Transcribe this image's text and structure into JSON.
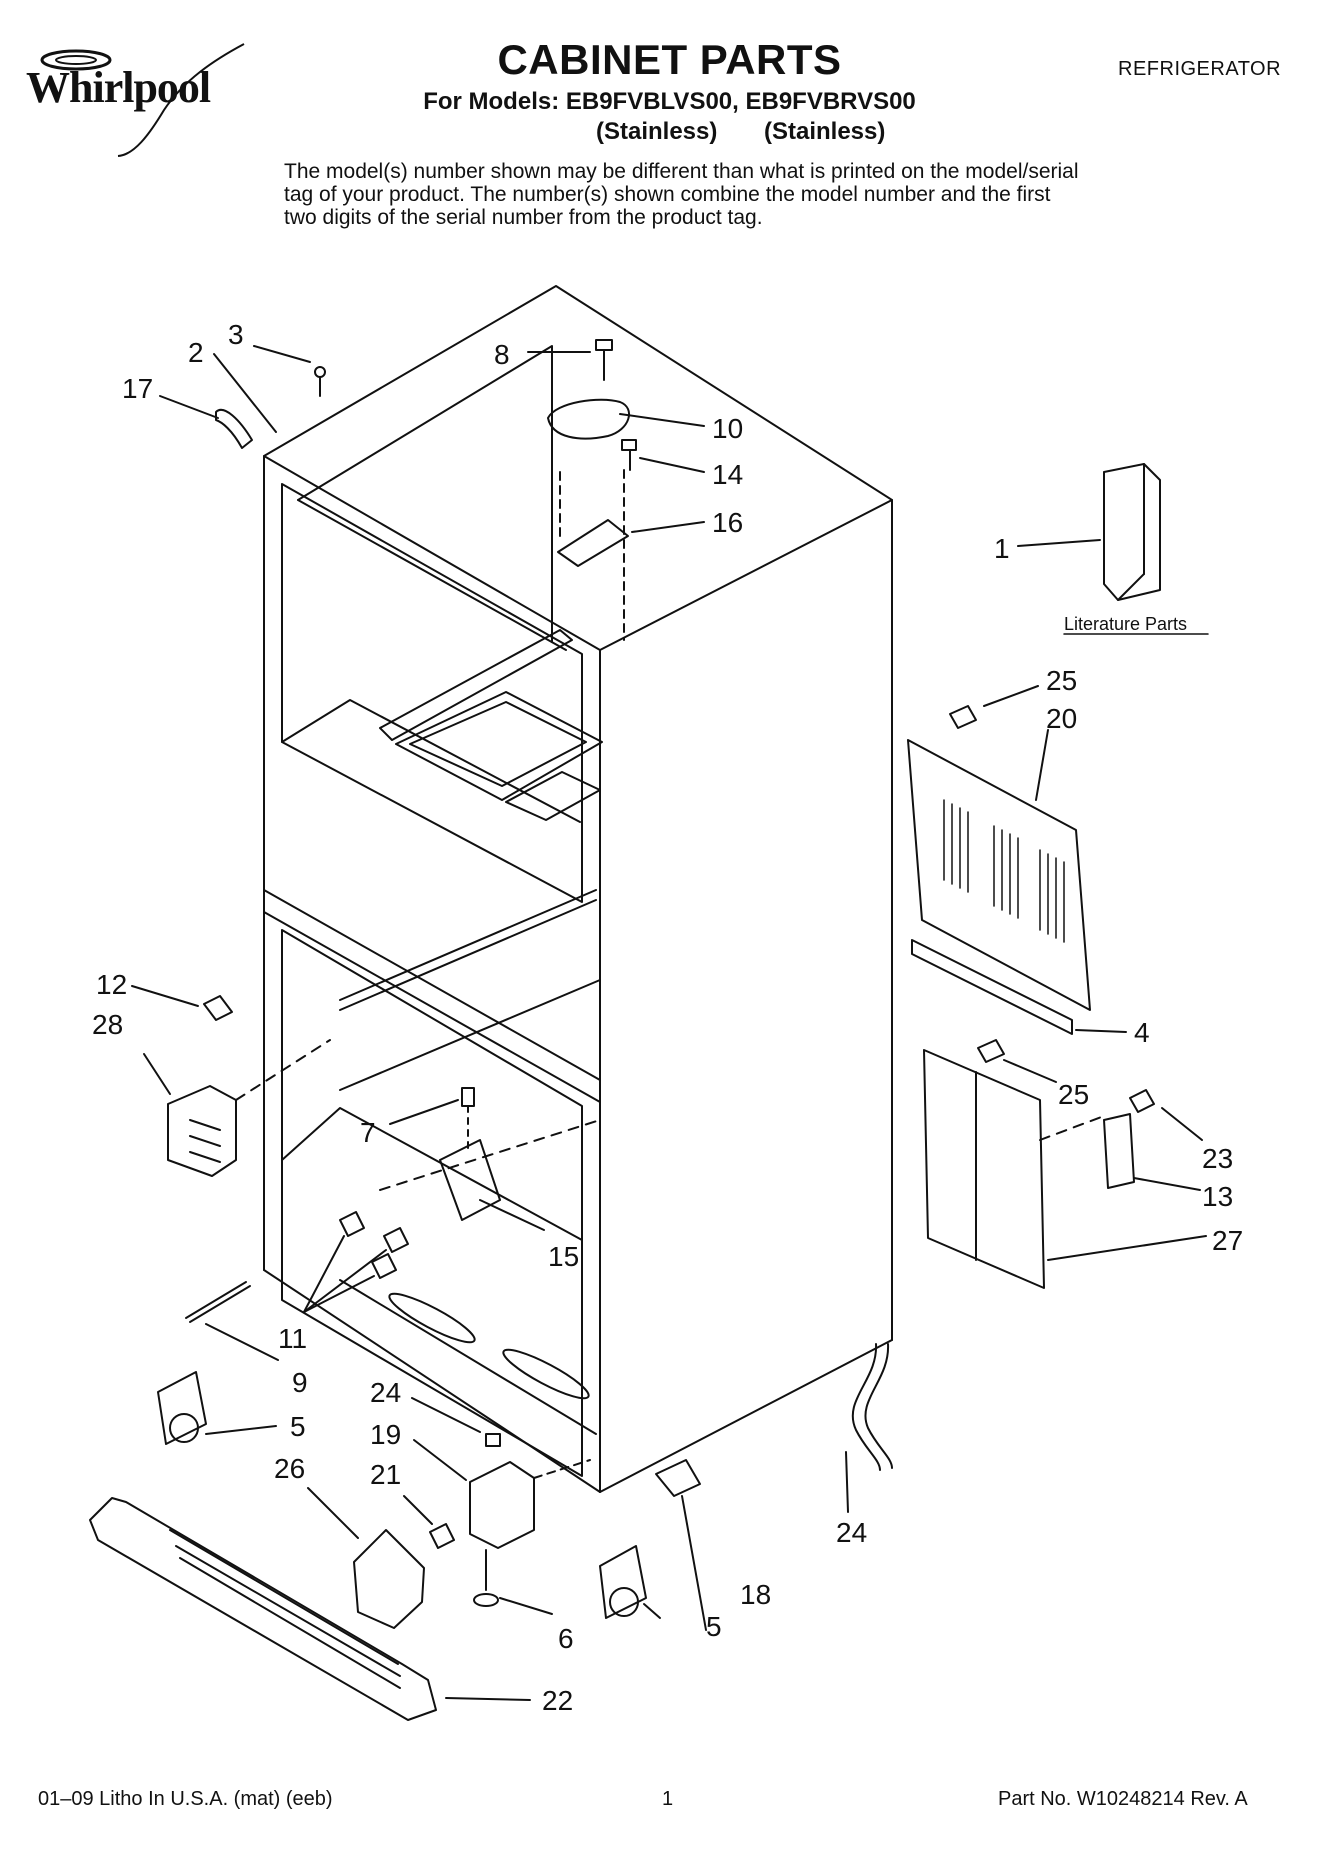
{
  "header": {
    "brand": "Whirlpool",
    "title": "CABINET PARTS",
    "models_line": "For Models: EB9FVBLVS00, EB9FVBRVS00",
    "finishes": [
      "(Stainless)",
      "(Stainless)"
    ],
    "category": "REFRIGERATOR",
    "disclaimer": "The model(s) number shown may be different than what is printed on the model/serial tag of your product. The number(s) shown combine the model number and the first two digits of the serial number from the product tag."
  },
  "diagram": {
    "literature_label": "Literature Parts",
    "callouts": [
      "1",
      "2",
      "3",
      "4",
      "5",
      "5",
      "6",
      "7",
      "8",
      "9",
      "10",
      "11",
      "12",
      "13",
      "14",
      "15",
      "16",
      "17",
      "18",
      "19",
      "20",
      "21",
      "22",
      "23",
      "24",
      "24",
      "25",
      "25",
      "26",
      "27",
      "28"
    ]
  },
  "footer": {
    "left": "01–09 Litho In U.S.A. (mat) (eeb)",
    "page": "1",
    "part_no": "Part No. W10248214 Rev. A"
  }
}
